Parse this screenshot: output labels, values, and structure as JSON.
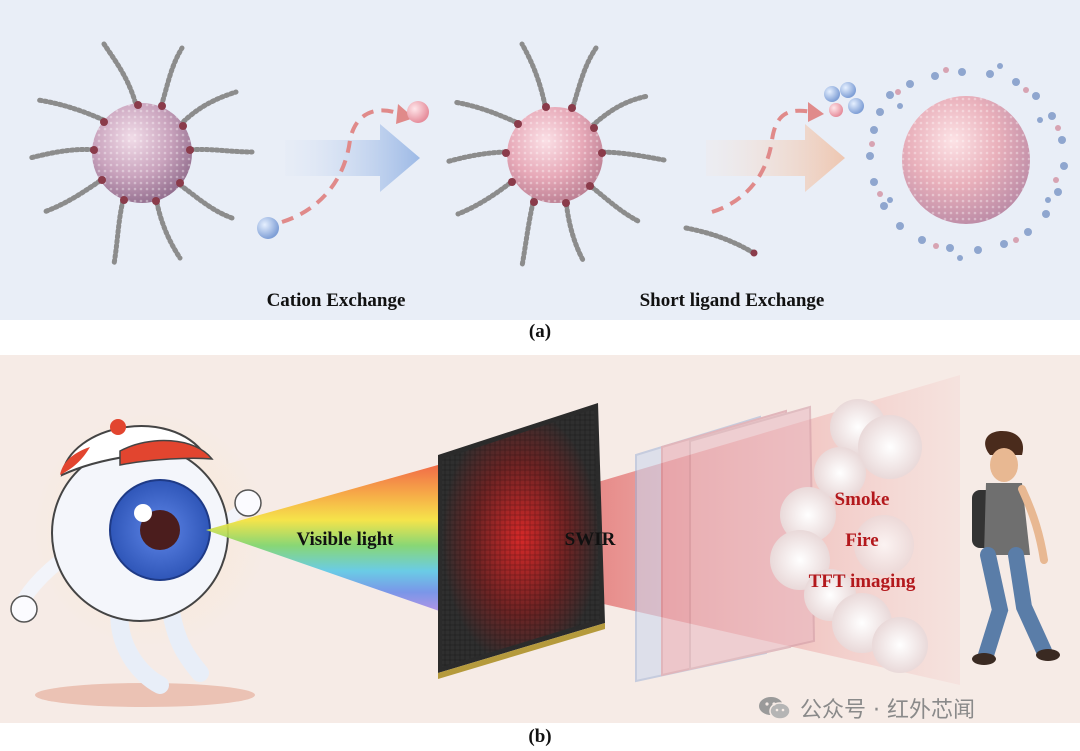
{
  "panel_a": {
    "step1_label": "Cation Exchange",
    "step2_label": "Short ligand Exchange",
    "caption": "(a)"
  },
  "panel_b": {
    "visible_label": "Visible light",
    "swir_label": "SWIR",
    "applications": [
      "Smoke",
      "Fire",
      "TFT imaging"
    ],
    "caption": "(b)"
  },
  "watermark": {
    "text": "公众号 · 红外芯闻",
    "icon": "wechat-icon"
  },
  "colors": {
    "panel_a_bg": "#e9eef7",
    "panel_b_bg": "#f6ebe6",
    "application_text": "#b3181c",
    "arrow_dash": "#e08a8a"
  }
}
